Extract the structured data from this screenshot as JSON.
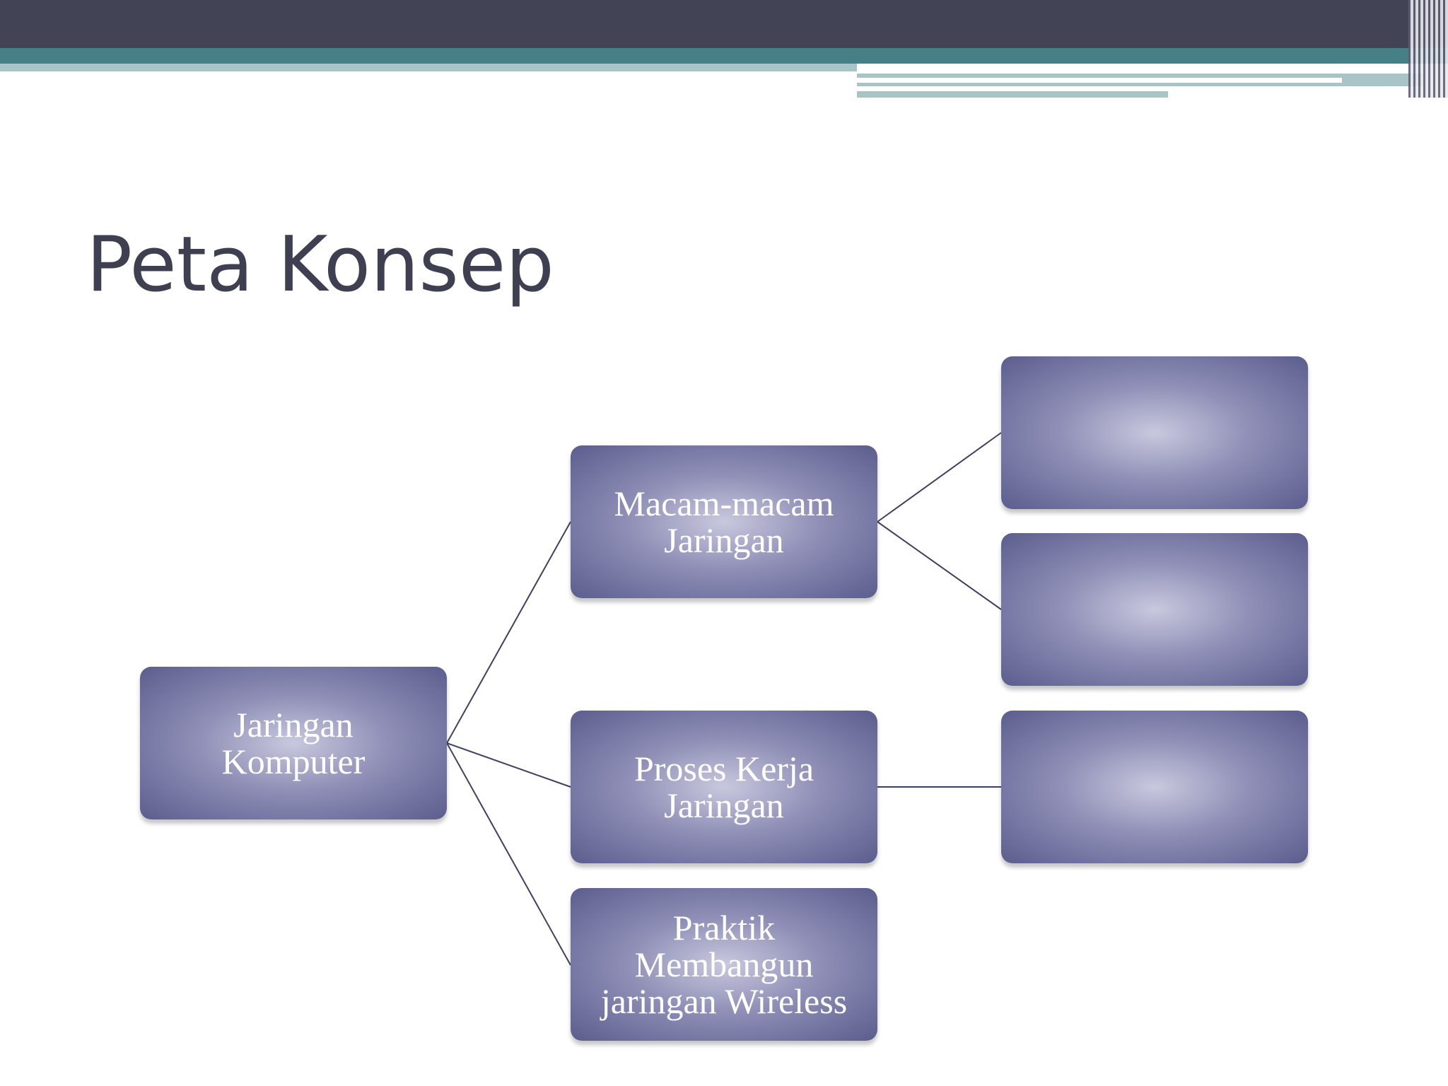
{
  "slide": {
    "title": "Peta Konsep"
  },
  "concept_map": {
    "root": {
      "label": "Jaringan\nKomputer"
    },
    "branches": [
      {
        "label": "Macam-macam\nJaringan"
      },
      {
        "label": "Proses Kerja\nJaringan"
      },
      {
        "label": "Praktik\nMembangun\njaringan Wireless"
      }
    ],
    "leaves": [
      {
        "label": ""
      },
      {
        "label": ""
      },
      {
        "label": ""
      }
    ]
  },
  "colors": {
    "header_dark": "#424456",
    "header_teal": "#477f86",
    "header_light": "#a8c4c6",
    "title_text": "#3e4052",
    "node_dark": "#5b5d8d",
    "node_light": "#c8c8de",
    "connector": "#3e4062"
  }
}
